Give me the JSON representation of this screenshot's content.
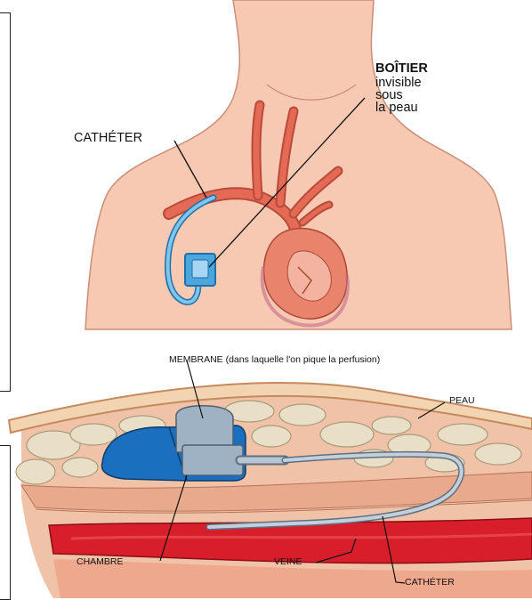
{
  "top": {
    "boitier_lines": [
      "BOÎTIER",
      "invisible",
      "sous",
      "la peau"
    ],
    "catheter": "CATHÉTER"
  },
  "bottom": {
    "membrane": "MEMBRANE (dans laquelle l'on pique la perfusion)",
    "peau": "PEAU",
    "chambre": "CHAMBRE",
    "veine": "VEINE",
    "catheter": "CATHÉTER"
  },
  "colors": {
    "skin": "#f7c9b3",
    "skin_outline": "#c98e78",
    "artery": "#e46a55",
    "heart": "#e9836b",
    "catheter_blue": "#4aa6dd",
    "chamber_blue": "#1a6fbf",
    "membrane_grey": "#9fb2c3",
    "vein_red": "#d81e2a",
    "fat": "#e8dfc6"
  }
}
